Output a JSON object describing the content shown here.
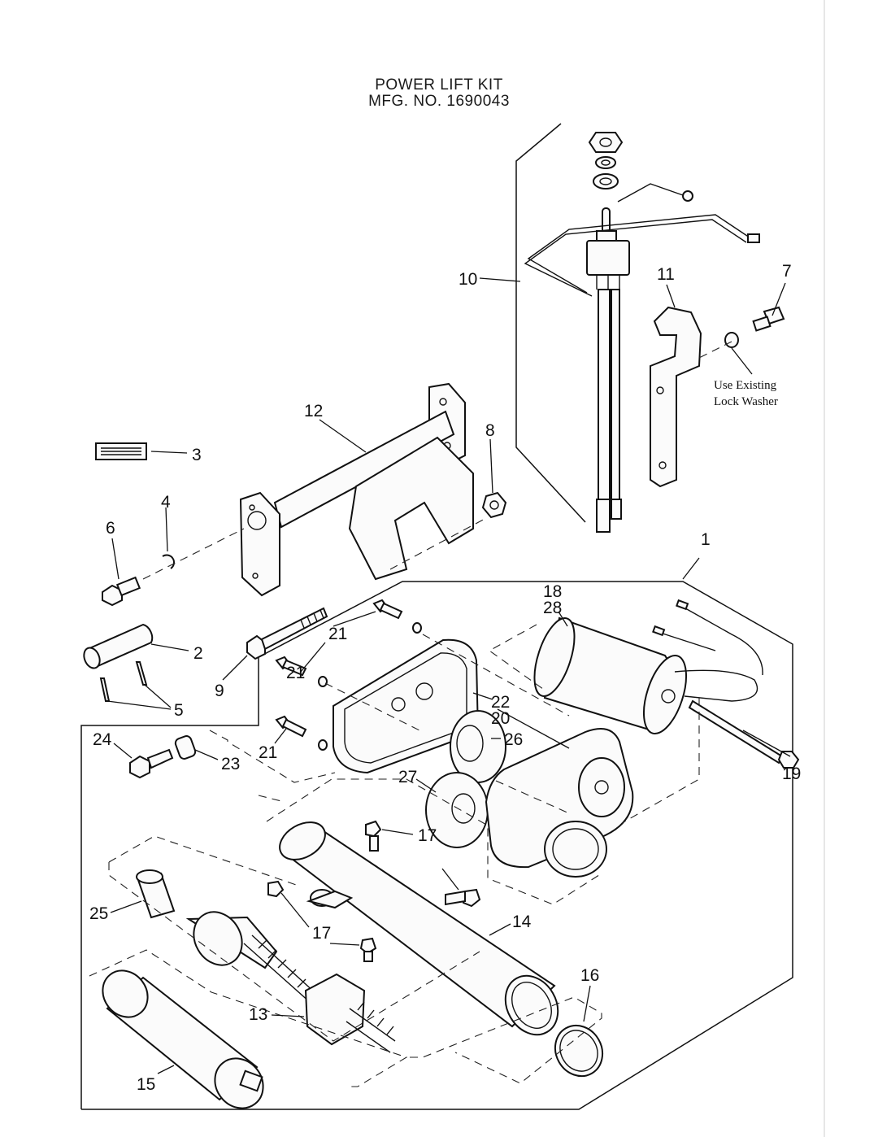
{
  "title": {
    "line1": "POWER LIFT KIT",
    "line2": "MFG. NO. 1690043"
  },
  "callouts": {
    "c1": "1",
    "c2": "2",
    "c3": "3",
    "c4": "4",
    "c5": "5",
    "c6": "6",
    "c7": "7",
    "c8": "8",
    "c9": "9",
    "c10": "10",
    "c11": "11",
    "c12": "12",
    "c13": "13",
    "c14": "14",
    "c15": "15",
    "c16": "16",
    "c17a": "17",
    "c17b": "17",
    "c18": "18",
    "c19": "19",
    "c20": "20",
    "c21a": "21",
    "c21b": "21",
    "c21c": "21",
    "c22": "22",
    "c23": "23",
    "c24": "24",
    "c25": "25",
    "c26": "26",
    "c27": "27",
    "c28": "28"
  },
  "notes": {
    "existing_line1": "Use Existing",
    "existing_line2": "Lock Washer"
  }
}
